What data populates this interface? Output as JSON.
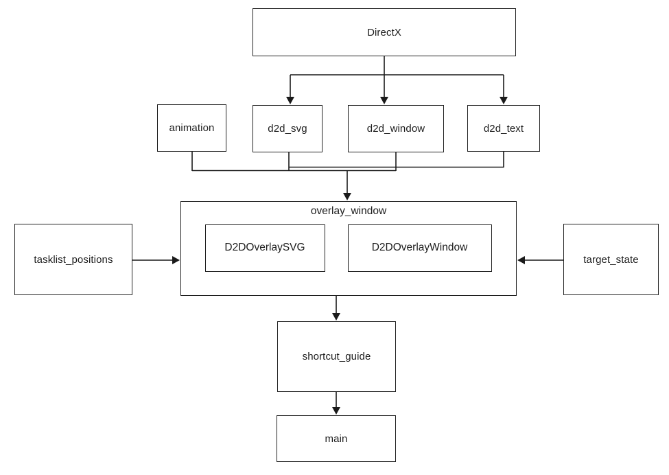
{
  "diagram": {
    "background_color": "#ffffff",
    "line_color": "#1a1a1a",
    "nodes": {
      "directx": {
        "label": "DirectX"
      },
      "animation": {
        "label": "animation"
      },
      "d2d_svg": {
        "label": "d2d_svg"
      },
      "d2d_window": {
        "label": "d2d_window"
      },
      "d2d_text": {
        "label": "d2d_text"
      },
      "overlay_window": {
        "label": "overlay_window"
      },
      "d2d_overlay_svg": {
        "label": "D2DOverlaySVG"
      },
      "d2d_overlay_window": {
        "label": "D2DOverlayWindow"
      },
      "tasklist_positions": {
        "label": "tasklist_positions"
      },
      "target_state": {
        "label": "target_state"
      },
      "shortcut_guide": {
        "label": "shortcut_guide"
      },
      "main": {
        "label": "main"
      }
    },
    "edges": [
      {
        "from": "DirectX",
        "to": "d2d_svg",
        "arrow": "down"
      },
      {
        "from": "DirectX",
        "to": "d2d_window",
        "arrow": "down"
      },
      {
        "from": "DirectX",
        "to": "d2d_text",
        "arrow": "down"
      },
      {
        "from": "animation",
        "to": "overlay_window",
        "arrow": "down"
      },
      {
        "from": "d2d_svg",
        "to": "overlay_window",
        "arrow": "down"
      },
      {
        "from": "d2d_window",
        "to": "overlay_window",
        "arrow": "down"
      },
      {
        "from": "d2d_text",
        "to": "overlay_window",
        "arrow": "down"
      },
      {
        "from": "tasklist_positions",
        "to": "overlay_window",
        "arrow": "right"
      },
      {
        "from": "target_state",
        "to": "overlay_window",
        "arrow": "left"
      },
      {
        "from": "overlay_window",
        "to": "shortcut_guide",
        "arrow": "down"
      },
      {
        "from": "shortcut_guide",
        "to": "main",
        "arrow": "down"
      }
    ]
  }
}
